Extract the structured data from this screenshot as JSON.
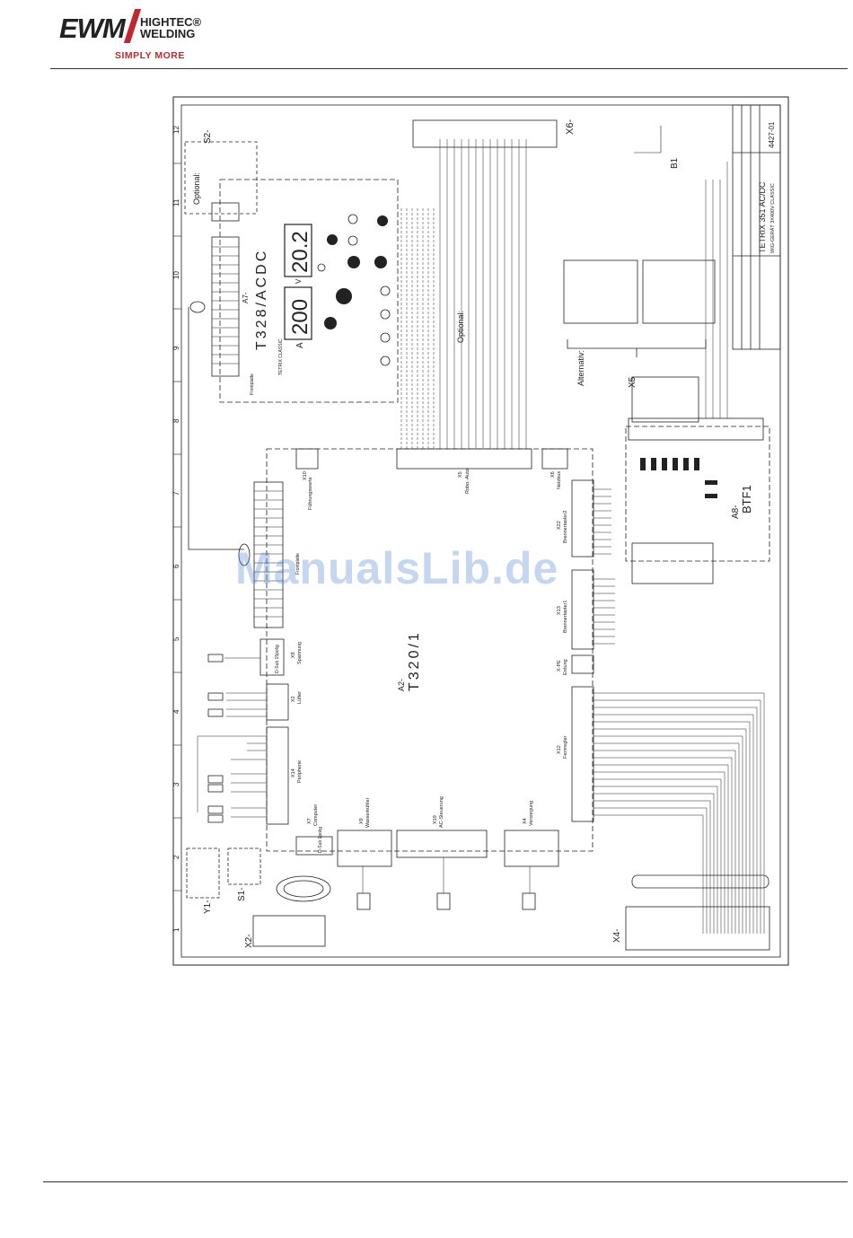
{
  "header": {
    "logo_main": "EWM",
    "logo_line1": "HIGHTEC®",
    "logo_line2": "WELDING",
    "logo_tagline": "SIMPLY MORE"
  },
  "colors": {
    "brand_red": "#c0282e",
    "line": "#222222",
    "watermark": "#5b8fd6"
  },
  "diagram": {
    "main_board_ref": "A2-",
    "main_board": "T320/1",
    "control_ref": "A7-",
    "control": "T328/ACDC",
    "filter_ref": "A8-",
    "filter": "BTF1",
    "display_a": "200",
    "display_v": "20.2",
    "unit_a": "A",
    "unit_v": "V",
    "brand_panel": "TETRIX CLASSIC",
    "optional_1": "Optional:",
    "optional_2": "Optional:",
    "alternative": "Alternativ:",
    "title_model": "TETRIX 351 AC/DC",
    "title_sub": "WIG-GERÄT 3X400V CLASSIC",
    "drawing_no": "4427-01",
    "connector_x6": "X6-",
    "connector_x5": "X5",
    "connector_x4": "X4-",
    "connector_x2": "X2-",
    "valve": "Y1-",
    "switch_s1": "S1-",
    "switch_s2": "S2-",
    "sensor_b1": "B1",
    "connectors": [
      {
        "ref": "X10",
        "name": "Führungswerte"
      },
      {
        "ref": "X5",
        "name": "Robo.-Auto"
      },
      {
        "ref": "X6",
        "name": "Netzbus"
      },
      {
        "ref": "X22",
        "name": "Brennertaster2"
      },
      {
        "ref": "X13",
        "name": "Brennertaster1"
      },
      {
        "ref": "X-PE",
        "name": "Erdung"
      },
      {
        "ref": "X12",
        "name": "Fernregler"
      },
      {
        "ref": "X14",
        "name": "Peripherie"
      },
      {
        "ref": "X2",
        "name": "Lüfter"
      },
      {
        "ref": "X8",
        "name": "Spannung"
      },
      {
        "ref": "X7",
        "name": "Computer"
      },
      {
        "ref": "X9",
        "name": "Wasserkühler"
      },
      {
        "ref": "X19",
        "name": "AC-Steuerung"
      },
      {
        "ref": "X4",
        "name": "Versorgung"
      }
    ],
    "frontplatte": "Frontplatte",
    "dsub": "D-Sub 9polig",
    "dsub15": "D-Sub 15polig",
    "ruler_left": [
      "1",
      "2",
      "3",
      "4",
      "5",
      "6",
      "7",
      "8",
      "9",
      "10",
      "11",
      "12"
    ]
  },
  "watermark": "ManualsLib.de"
}
